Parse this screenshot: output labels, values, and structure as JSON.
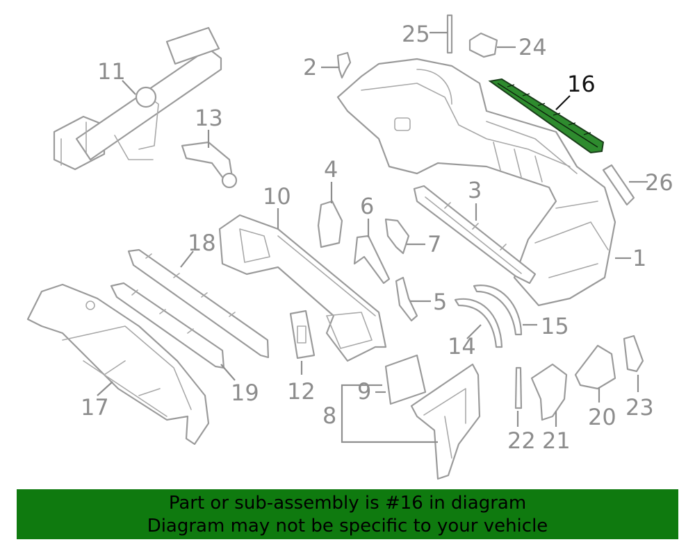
{
  "callouts": [
    {
      "id": "1",
      "label": "1",
      "highlighted": false
    },
    {
      "id": "2",
      "label": "2",
      "highlighted": false
    },
    {
      "id": "3",
      "label": "3",
      "highlighted": false
    },
    {
      "id": "4",
      "label": "4",
      "highlighted": false
    },
    {
      "id": "5",
      "label": "5",
      "highlighted": false
    },
    {
      "id": "6",
      "label": "6",
      "highlighted": false
    },
    {
      "id": "7",
      "label": "7",
      "highlighted": false
    },
    {
      "id": "8",
      "label": "8",
      "highlighted": false
    },
    {
      "id": "9",
      "label": "9",
      "highlighted": false
    },
    {
      "id": "10",
      "label": "10",
      "highlighted": false
    },
    {
      "id": "11",
      "label": "11",
      "highlighted": false
    },
    {
      "id": "12",
      "label": "12",
      "highlighted": false
    },
    {
      "id": "13",
      "label": "13",
      "highlighted": false
    },
    {
      "id": "14",
      "label": "14",
      "highlighted": false
    },
    {
      "id": "15",
      "label": "15",
      "highlighted": false
    },
    {
      "id": "16",
      "label": "16",
      "highlighted": true
    },
    {
      "id": "17",
      "label": "17",
      "highlighted": false
    },
    {
      "id": "18",
      "label": "18",
      "highlighted": false
    },
    {
      "id": "19",
      "label": "19",
      "highlighted": false
    },
    {
      "id": "20",
      "label": "20",
      "highlighted": false
    },
    {
      "id": "21",
      "label": "21",
      "highlighted": false
    },
    {
      "id": "22",
      "label": "22",
      "highlighted": false
    },
    {
      "id": "23",
      "label": "23",
      "highlighted": false
    },
    {
      "id": "24",
      "label": "24",
      "highlighted": false
    },
    {
      "id": "25",
      "label": "25",
      "highlighted": false
    },
    {
      "id": "26",
      "label": "26",
      "highlighted": false
    }
  ],
  "colors": {
    "highlight_part": "#2e8b2e",
    "banner_background": "#0f7a0f",
    "line_art": "#9a9a9a"
  },
  "banner": {
    "line1": "Part or sub-assembly is #16 in diagram",
    "line2": "Diagram may not be specific to your vehicle"
  }
}
